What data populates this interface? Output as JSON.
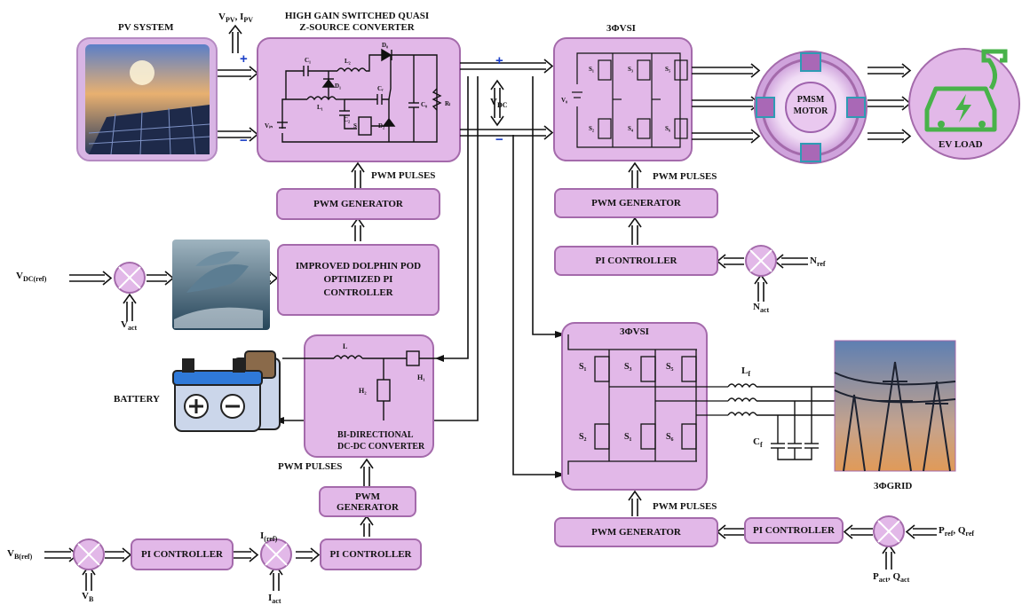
{
  "pv": {
    "title": "PV SYSTEM",
    "plus": "+",
    "minus": "−",
    "out_label": "V",
    "out_sub1": "PV",
    "out_mid": ", I",
    "out_sub2": "PV"
  },
  "converter": {
    "title_line1": "HIGH GAIN SWITCHED QUASI",
    "title_line2": "Z-SOURCE CONVERTER",
    "comps": {
      "c1": "C₁",
      "l2": "L₂",
      "d0": "D₀",
      "d1": "D₁",
      "l1": "L₁",
      "c2": "C₂",
      "cr": "Cᵣ",
      "co": "C₀",
      "rl": "Rₗ",
      "vin": "Vᵢₙ",
      "s": "S",
      "d2": "D₂"
    }
  },
  "dc_link": {
    "label": "V",
    "sub": "DC",
    "plus": "+",
    "minus": "−"
  },
  "vsi_motor": {
    "title": "3ΦVSI",
    "vdc_label": "V₀",
    "switches": [
      "S₁",
      "S₃",
      "S₅",
      "S₂",
      "S₄",
      "S₆"
    ]
  },
  "motor": {
    "line1": "PMSM",
    "line2": "MOTOR"
  },
  "ev": {
    "label": "EV LOAD"
  },
  "left_column": {
    "pwm_pulses_1": "PWM PULSES",
    "pwm_gen_1": "PWM GENERATOR",
    "dolphin_ctrl_l1": "IMPROVED DOLPHIN POD",
    "dolphin_ctrl_l2": "OPTIMIZED PI",
    "dolphin_ctrl_l3": "CONTROLLER",
    "vdc_ref": "V",
    "vdc_ref_sub": "DC(ref)",
    "vact": "V",
    "vact_sub": "act"
  },
  "right_top": {
    "pwm_pulses": "PWM PULSES",
    "pwm_gen": "PWM GENERATOR",
    "pi": "PI CONTROLLER",
    "nref": "N",
    "nref_sub": "ref",
    "nact": "N",
    "nact_sub": "act"
  },
  "battery": {
    "label": "BATTERY",
    "conv_line1": "BI-DIRECTIONAL",
    "conv_line2": "DC-DC CONVERTER",
    "l": "L",
    "h1": "H₁",
    "h2": "H₂"
  },
  "battery_ctrl": {
    "pwm_pulses": "PWM PULSES",
    "pwm_gen_l1": "PWM",
    "pwm_gen_l2": "GENERATOR",
    "pi1": "PI CONTROLLER",
    "pi2": "PI CONTROLLER",
    "vbref": "V",
    "vbref_sub": "B(ref)",
    "vb": "V",
    "vb_sub": "B",
    "iref": "I",
    "iref_sub": "(ref)",
    "iact": "I",
    "iact_sub": "act"
  },
  "grid_vsi": {
    "title": "3ΦVSI",
    "switches": [
      "S₁",
      "S₃",
      "S₅",
      "S₂",
      "S₁",
      "S₆"
    ],
    "lf": "L",
    "lf_sub": "f",
    "cf": "C",
    "cf_sub": "f"
  },
  "grid": {
    "label": "3ΦGRID",
    "pwm_pulses": "PWM PULSES",
    "pwm_gen": "PWM GENERATOR",
    "pi": "PI CONTROLLER",
    "pref": "P",
    "pref_sub": "ref",
    "qref_mid": ", Q",
    "qref_sub": "ref",
    "pact": "P",
    "pact_sub": "act",
    "qact_mid": ", Q",
    "qact_sub": "act"
  },
  "colors": {
    "block_fill": "#e2b8e8",
    "block_border": "#a46aab",
    "sign_blue": "#1b3fc8"
  }
}
